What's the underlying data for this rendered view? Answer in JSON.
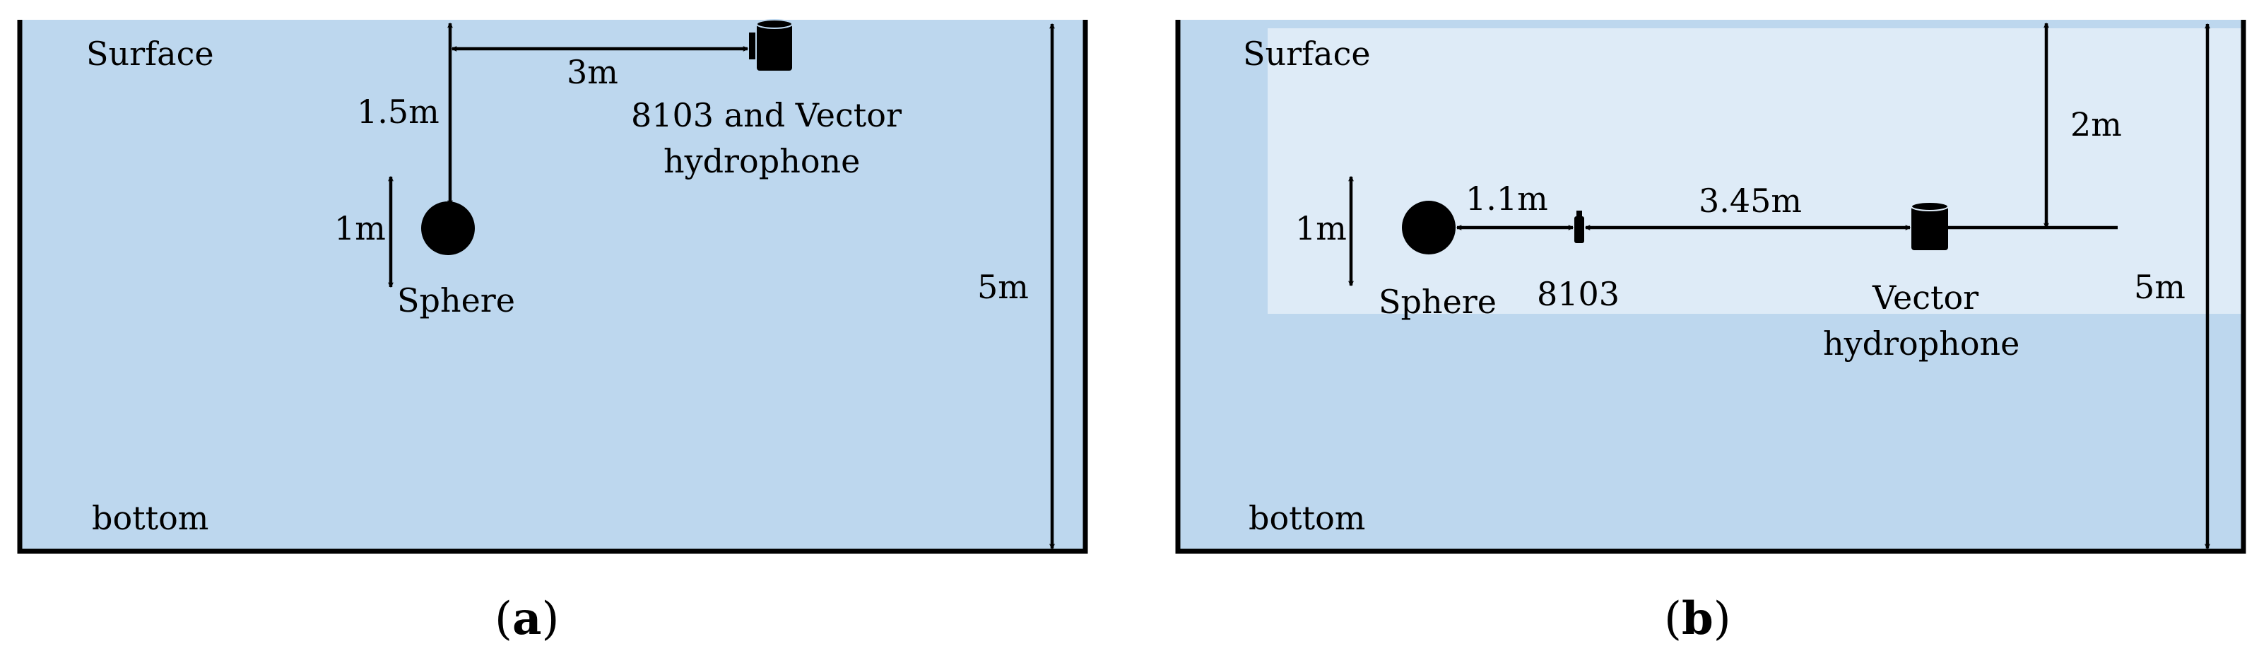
{
  "panel_a": {
    "surface": "Surface",
    "bottom": "bottom",
    "sphere": "Sphere",
    "hydrophone_line1": "8103 and Vector",
    "hydrophone_line2": "hydrophone",
    "dim_horizontal": "3m",
    "dim_depth": "1.5m",
    "dim_sphere": "1m",
    "dim_tank": "5m",
    "caption_open": "(",
    "caption_letter": "a",
    "caption_close": ")"
  },
  "panel_b": {
    "surface": "Surface",
    "bottom": "bottom",
    "sphere": "Sphere",
    "label_8103": "8103",
    "vector_line1": "Vector",
    "vector_line2": "hydrophone",
    "dim_sphere_to_8103": "1.1m",
    "dim_8103_to_vector": "3.45m",
    "dim_depth": "2m",
    "dim_sphere": "1m",
    "dim_tank": "5m",
    "caption_open": "(",
    "caption_letter": "b",
    "caption_close": ")"
  },
  "colors": {
    "water": "#bdd7ee",
    "upper_layer": "#deebf7",
    "ink": "#000000"
  }
}
